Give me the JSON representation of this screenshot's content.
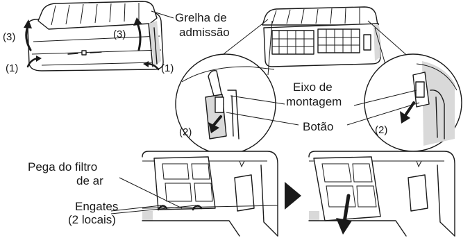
{
  "labels": {
    "intake_grille": [
      "Grelha de",
      "admissão"
    ],
    "mounting_shaft": [
      "Eixo de",
      "montagem"
    ],
    "button": "Botão",
    "filter_handle": [
      "Pega do filtro",
      "de ar"
    ],
    "hooks": [
      "Engates",
      "(2 locais)"
    ]
  },
  "steps": {
    "step1_left": "(1)",
    "step1_right": "(1)",
    "step2_left": "(2)",
    "step2_right": "(2)",
    "step3_left": "(3)",
    "step3_right": "(3)"
  },
  "colors": {
    "line": "#1a1a1a",
    "shade": "#d9d9d9",
    "background": "#ffffff"
  }
}
